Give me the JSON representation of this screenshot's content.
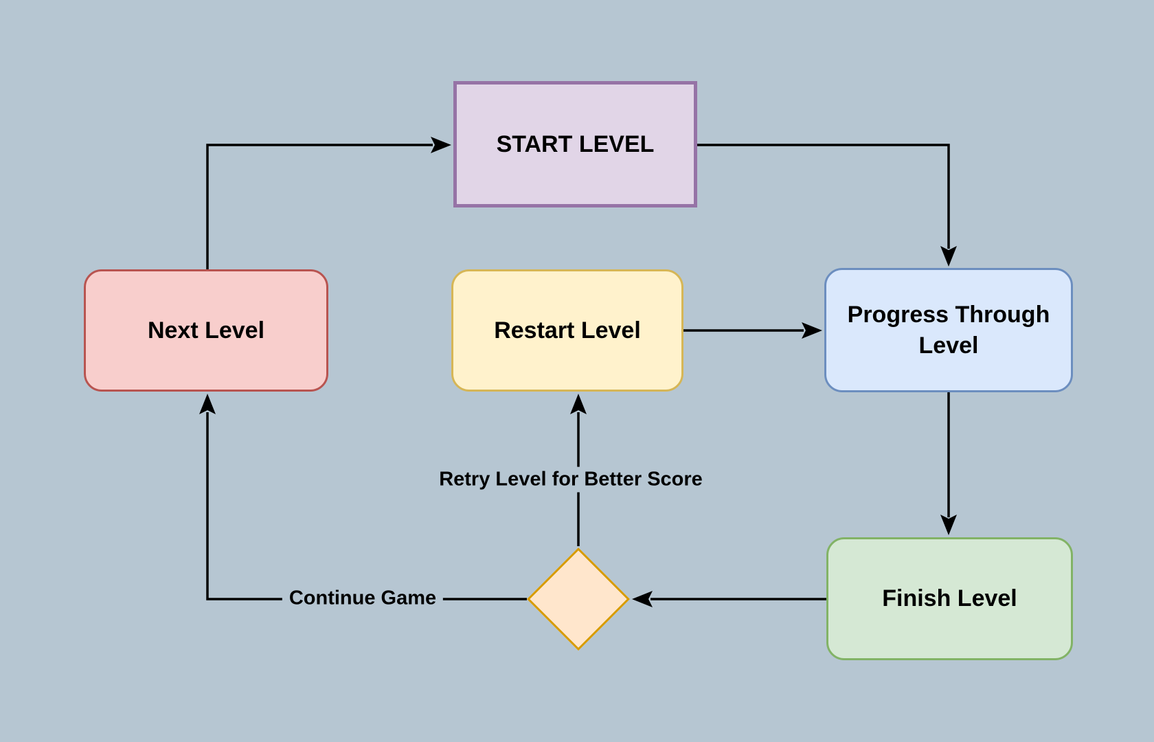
{
  "canvas": {
    "background": "#b6c6d2",
    "line_color": "#000000",
    "text_color": "#000000"
  },
  "nodes": [
    {
      "id": "start-level",
      "label": "START LEVEL",
      "shape": "rectangle",
      "fill": "#e1d5e7",
      "stroke": "#9673a6"
    },
    {
      "id": "next-level",
      "label": "Next Level",
      "shape": "rounded-rectangle",
      "fill": "#f8cecc",
      "stroke": "#b85450"
    },
    {
      "id": "restart-level",
      "label": "Restart Level",
      "shape": "rounded-rectangle",
      "fill": "#fff2cc",
      "stroke": "#d6b656"
    },
    {
      "id": "progress-through-level",
      "label": "Progress Through Level",
      "shape": "rounded-rectangle",
      "fill": "#dae8fc",
      "stroke": "#6c8ebf"
    },
    {
      "id": "finish-level",
      "label": "Finish Level",
      "shape": "rounded-rectangle",
      "fill": "#d5e8d4",
      "stroke": "#82b366"
    },
    {
      "id": "decision",
      "label": "",
      "shape": "diamond",
      "fill": "#ffe6cc",
      "stroke": "#d79b00"
    }
  ],
  "edge_labels": {
    "retry": "Retry Level for Better Score",
    "continue": "Continue Game"
  },
  "edges": [
    {
      "from": "next-level",
      "to": "start-level",
      "label": ""
    },
    {
      "from": "start-level",
      "to": "progress-through-level",
      "label": ""
    },
    {
      "from": "restart-level",
      "to": "progress-through-level",
      "label": ""
    },
    {
      "from": "progress-through-level",
      "to": "finish-level",
      "label": ""
    },
    {
      "from": "finish-level",
      "to": "decision",
      "label": ""
    },
    {
      "from": "decision",
      "to": "restart-level",
      "label": "Retry Level for Better Score"
    },
    {
      "from": "decision",
      "to": "next-level",
      "label": "Continue Game"
    }
  ]
}
